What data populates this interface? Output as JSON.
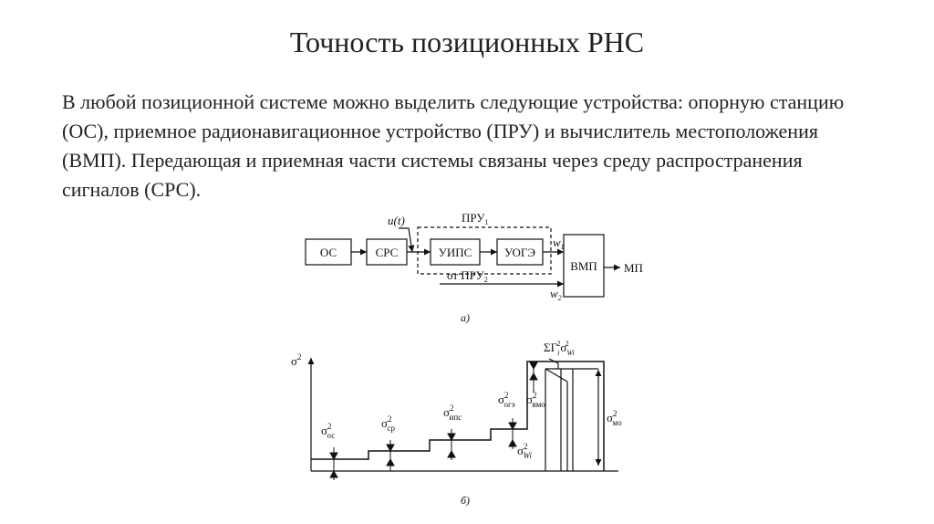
{
  "slide": {
    "title": "Точность позиционных РНС",
    "paragraph": "В любой позиционной системе можно выделить следующие устройства: опорную станцию (ОС), приемное радионавигационное устройство (ПРУ) и вычислитель местоположения (ВМП). Передающая и приемная части системы связаны через среду распространения сигналов (СРС)."
  },
  "diagram_a": {
    "blocks": [
      "ОС",
      "СРС",
      "УИПС",
      "УОГЭ",
      "ВМП"
    ],
    "input_signal": "u(t)",
    "group": {
      "name": "ПРУ",
      "sub": "1"
    },
    "from_label": {
      "name": "от ПРУ",
      "sub": "2"
    },
    "w1": {
      "name": "w",
      "sub": "1"
    },
    "w2": {
      "name": "w",
      "sub": "2"
    },
    "output": "МП",
    "caption": "а)"
  },
  "diagram_b": {
    "axis_label": "σ",
    "axis_sup": "2",
    "labels": [
      {
        "base": "σ",
        "sup": "2",
        "sub": "ос"
      },
      {
        "base": "σ",
        "sup": "2",
        "sub": "ср"
      },
      {
        "base": "σ",
        "sup": "2",
        "sub": "ипс"
      },
      {
        "base": "σ",
        "sup": "2",
        "sub": "огэ"
      },
      {
        "base": "σ",
        "sup": "2",
        "sub": "вмо"
      },
      {
        "base": "σ",
        "sup": "2",
        "sub": "Wi"
      },
      {
        "base": "σ",
        "sup": "2",
        "sub": "мо"
      }
    ],
    "sum_label": {
      "prefix": "ΣΓ",
      "sub1": "i",
      "sup1": "2",
      "base": "σ",
      "sub2": "Wi",
      "sup2": "2"
    },
    "caption": "б)"
  }
}
